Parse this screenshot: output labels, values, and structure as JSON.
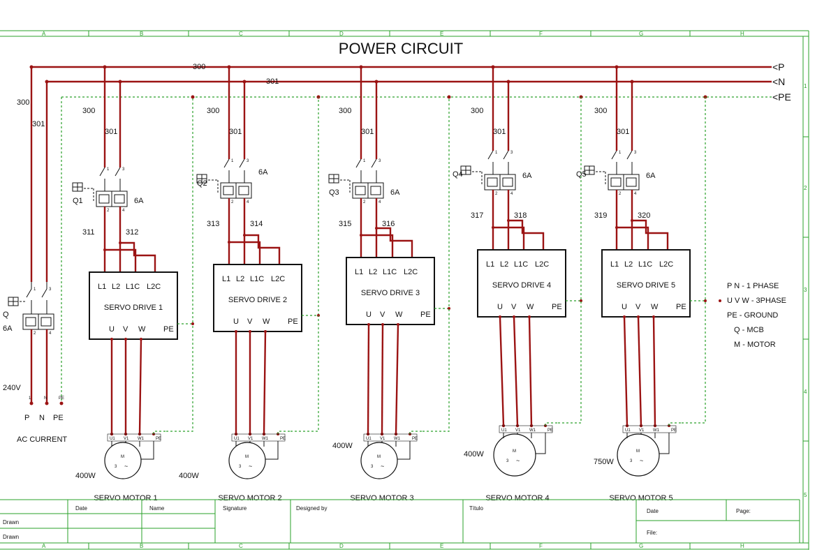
{
  "title": "POWER CIRCUIT",
  "buses": {
    "p": "<P",
    "n": "<N",
    "pe": "<PE"
  },
  "wire_numbers": {
    "p": "300",
    "n": "301",
    "left_p": "300",
    "left_n": "301",
    "branch": [
      {
        "p": "300",
        "n": "301"
      },
      {
        "p": "300",
        "n": "301"
      },
      {
        "p": "300",
        "n": "301"
      },
      {
        "p": "300",
        "n": "301"
      },
      {
        "p": "300",
        "n": "301"
      }
    ],
    "outputs": [
      {
        "a": "311",
        "b": "312"
      },
      {
        "a": "313",
        "b": "314"
      },
      {
        "a": "315",
        "b": "316"
      },
      {
        "a": "317",
        "b": "318"
      },
      {
        "a": "319",
        "b": "320"
      }
    ]
  },
  "breakers": {
    "main": {
      "tag": "Q",
      "rating": "6A"
    },
    "items": [
      {
        "tag": "Q1",
        "rating": "6A"
      },
      {
        "tag": "Q2",
        "rating": "6A"
      },
      {
        "tag": "Q3",
        "rating": "6A"
      },
      {
        "tag": "Q4",
        "rating": "6A"
      },
      {
        "tag": "Q5",
        "rating": "6A"
      }
    ],
    "terminals": {
      "t1": "1",
      "t3": "3",
      "t2": "2",
      "t4": "4"
    }
  },
  "drives": [
    {
      "name": "SERVO DRIVE 1"
    },
    {
      "name": "SERVO DRIVE 2"
    },
    {
      "name": "SERVO DRIVE 3"
    },
    {
      "name": "SERVO DRIVE 4"
    },
    {
      "name": "SERVO DRIVE 5"
    }
  ],
  "drive_terminals": {
    "l1": "L1",
    "l2": "L2",
    "l1c": "L1C",
    "l2c": "L2C",
    "u": "U",
    "v": "V",
    "w": "W",
    "pe": "PE"
  },
  "motors": [
    {
      "name": "SERVO MOTOR 1",
      "power": "400W"
    },
    {
      "name": "SERVO MOTOR 2",
      "power": "400W"
    },
    {
      "name": "SERVO MOTOR 3",
      "power": "400W"
    },
    {
      "name": "SERVO MOTOR 4",
      "power": "400W"
    },
    {
      "name": "SERVO MOTOR 5",
      "power": "750W"
    }
  ],
  "motor_terminals": {
    "u": "U1",
    "v": "V1",
    "w": "W1",
    "pe": "PE",
    "m": "M",
    "ph": "3",
    "ac": "~"
  },
  "supply": {
    "voltage": "240V",
    "p": "P",
    "n": "N",
    "pe": "PE",
    "label": "AC CURRENT",
    "small_p": "1",
    "small_n": "N",
    "small_pe": "PE"
  },
  "legend": [
    "P N - 1 PHASE",
    "U V W - 3PHASE",
    "PE - GROUND",
    "Q - MCB",
    "M - MOTOR"
  ],
  "frame": {
    "columns": [
      "A",
      "B",
      "C",
      "D",
      "E",
      "F",
      "G",
      "H"
    ],
    "rows": [
      "1",
      "2",
      "3",
      "4",
      "5"
    ]
  },
  "title_block": {
    "date": "Date",
    "name": "Name",
    "signature": "Signature",
    "designed_by": "Designed by",
    "titulo": "Título",
    "date2": "Date",
    "page": "Page:",
    "file": "File:",
    "drawn1": "Drawn",
    "drawn2": "Drawn"
  },
  "colors": {
    "wire": "#9b1313",
    "ground": "#2aa02a",
    "frame": "#2aa02a"
  }
}
